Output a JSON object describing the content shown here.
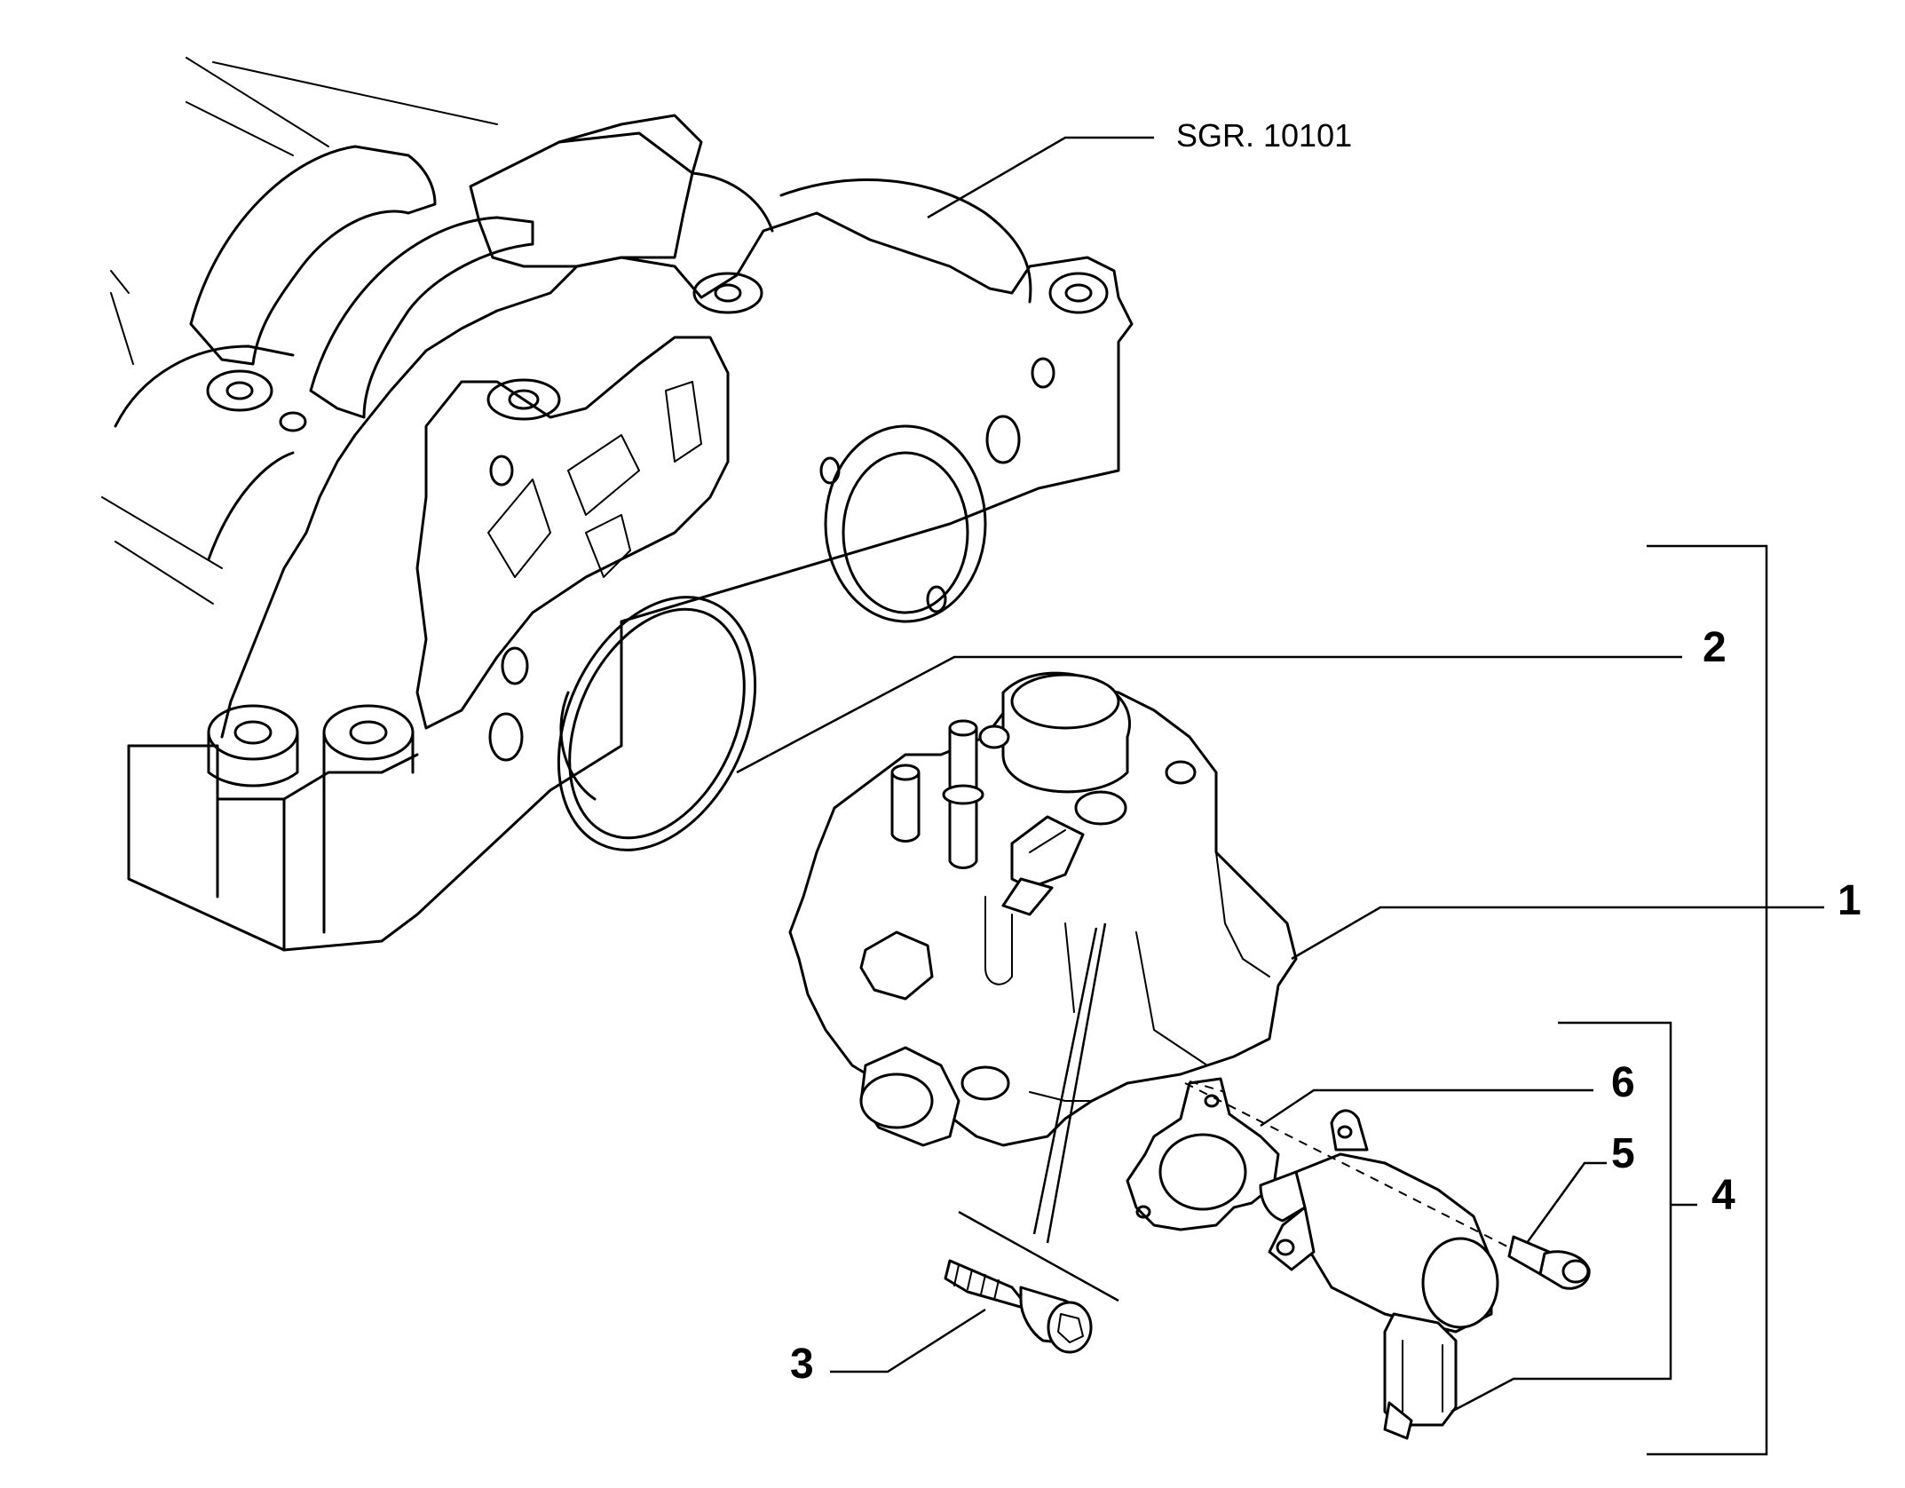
{
  "reference": {
    "text": "SGR. 10101"
  },
  "callouts": {
    "c1": "1",
    "c2": "2",
    "c3": "3",
    "c4": "4",
    "c5": "5",
    "c6": "6"
  }
}
